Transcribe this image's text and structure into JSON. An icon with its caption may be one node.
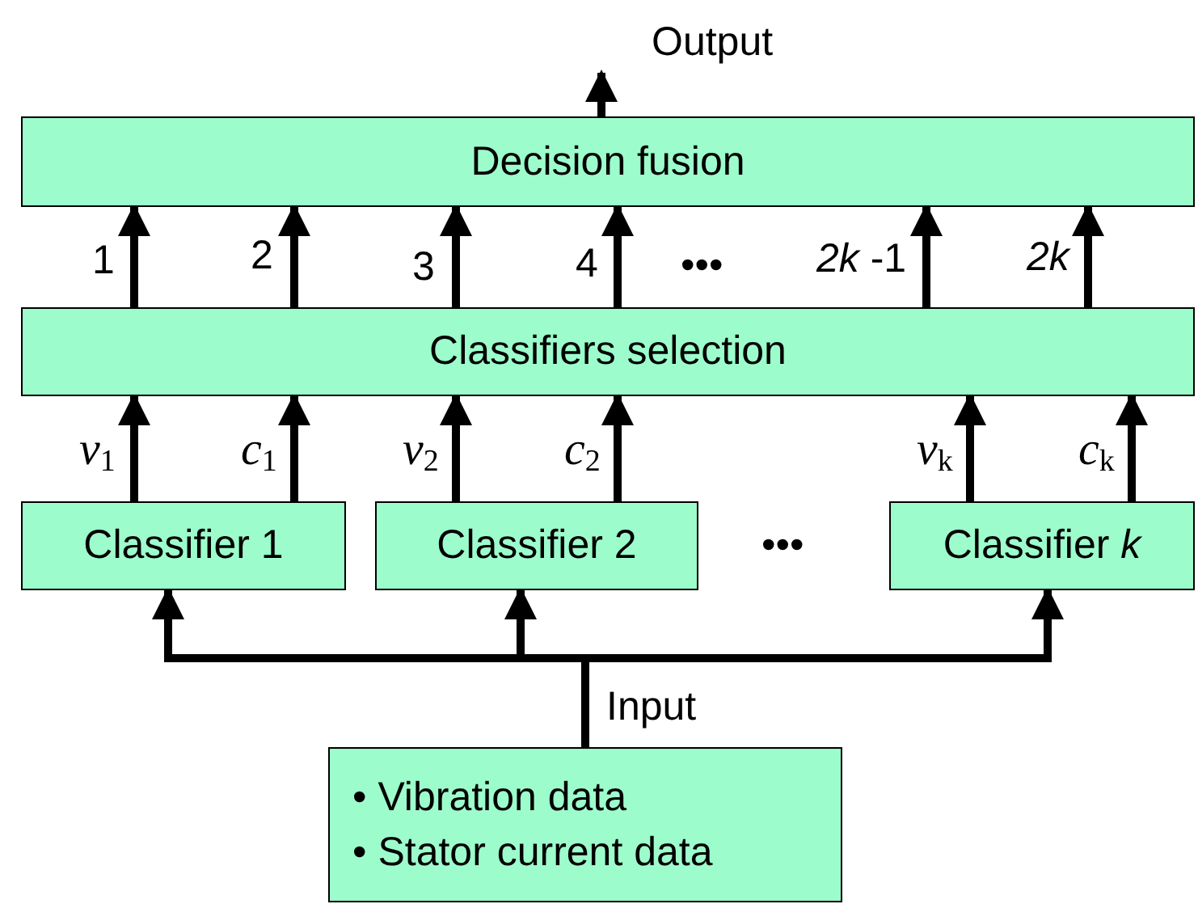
{
  "diagram": {
    "nodes": [
      {
        "text": [
          "Decision fusion"
        ]
      },
      {
        "text": [
          "Classifiers selection"
        ]
      },
      {
        "text": [
          "Classifier 1"
        ]
      },
      {
        "text": [
          "Classifier 2"
        ]
      },
      {
        "text": [
          "Classifier *k*"
        ]
      },
      {
        "text": [
          "• Vibration data",
          "• Stator current data"
        ]
      }
    ],
    "edges": [
      {
        "from": 0,
        "to": null,
        "arrow": "to",
        "label": "Output"
      },
      {
        "from": 1,
        "to": 0,
        "arrow": "to",
        "label": "1"
      },
      {
        "from": 1,
        "to": 0,
        "arrow": "to",
        "label": "2"
      },
      {
        "from": 1,
        "to": 0,
        "arrow": "to",
        "label": "3"
      },
      {
        "from": 1,
        "to": 0,
        "arrow": "to",
        "label": "4"
      },
      {
        "from": 1,
        "to": 0,
        "arrow": "to",
        "label": "*2k* -1"
      },
      {
        "from": 1,
        "to": 0,
        "arrow": "to",
        "label": "*2k*"
      },
      {
        "from": 2,
        "to": 1,
        "arrow": "to",
        "label": "*v*$_{1}$"
      },
      {
        "from": 2,
        "to": 1,
        "arrow": "to",
        "label": "*c*$_{1}$"
      },
      {
        "from": 3,
        "to": 1,
        "arrow": "to",
        "label": "*v*$_{2}$"
      },
      {
        "from": 3,
        "to": 1,
        "arrow": "to",
        "label": "*c*$_{2}$"
      },
      {
        "from": 4,
        "to": 1,
        "arrow": "to",
        "label": "*v*$_{k}$"
      },
      {
        "from": 4,
        "to": 1,
        "arrow": "to",
        "label": "*c*$_{k}$"
      },
      {
        "from": 5,
        "to": 2,
        "arrow": "to"
      },
      {
        "from": 5,
        "to": 3,
        "arrow": "to"
      },
      {
        "from": 5,
        "to": 4,
        "arrow": "to"
      }
    ],
    "labels": [
      "•••",
      "•••",
      "Input"
    ]
  }
}
